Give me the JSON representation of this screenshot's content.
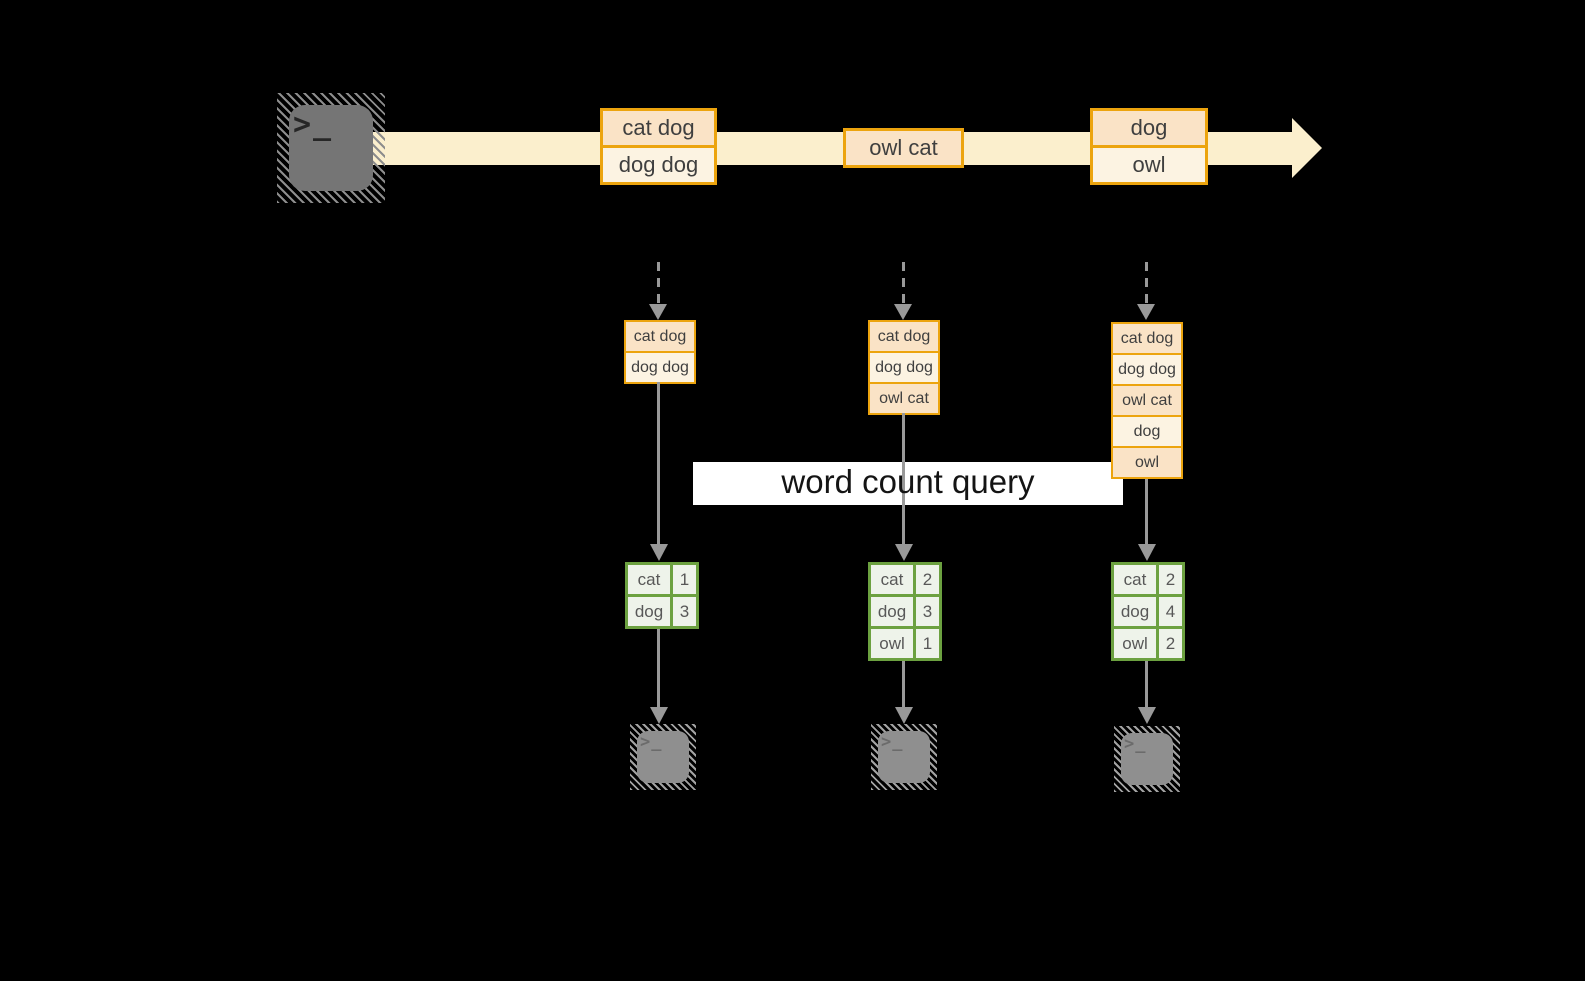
{
  "diagram": {
    "banner_label": "word count query",
    "terminal_glyph": ">_",
    "stream": {
      "batches": [
        {
          "rows": [
            "cat dog",
            "dog dog"
          ]
        },
        {
          "rows": [
            "owl cat"
          ]
        },
        {
          "rows": [
            "dog",
            "owl"
          ]
        }
      ]
    },
    "columns": [
      {
        "input_rows": [
          "cat dog",
          "dog dog"
        ],
        "count_table": {
          "rows": [
            {
              "word": "cat",
              "count": "1"
            },
            {
              "word": "dog",
              "count": "3"
            }
          ]
        }
      },
      {
        "input_rows": [
          "cat dog",
          "dog dog",
          "owl cat"
        ],
        "count_table": {
          "rows": [
            {
              "word": "cat",
              "count": "2"
            },
            {
              "word": "dog",
              "count": "3"
            },
            {
              "word": "owl",
              "count": "1"
            }
          ]
        }
      },
      {
        "input_rows": [
          "cat dog",
          "dog dog",
          "owl cat",
          "dog",
          "owl"
        ],
        "count_table": {
          "rows": [
            {
              "word": "cat",
              "count": "2"
            },
            {
              "word": "dog",
              "count": "4"
            },
            {
              "word": "owl",
              "count": "2"
            }
          ]
        }
      }
    ],
    "colors": {
      "background": "#000000",
      "stream_band": "#FBEFCD",
      "orange_border": "#ECA40E",
      "peach_fill": "#FAE3C6",
      "cream_fill": "#FCF3E2",
      "green_border": "#6CA140",
      "green_fill": "#EEF3EA",
      "arrow_gray": "#999999",
      "banner_bg": "#FFFFFF"
    }
  }
}
